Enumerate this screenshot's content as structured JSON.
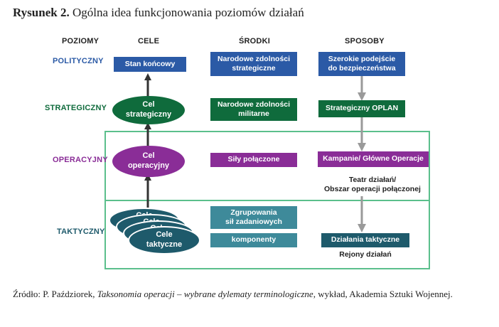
{
  "figure": {
    "label": "Rysunek 2.",
    "title": "Ogólna idea funkcjonowania poziomów działań"
  },
  "headers": {
    "poziomy": "POZIOMY",
    "cele": "CELE",
    "srodki": "ŚRODKI",
    "sposoby": "SPOSOBY"
  },
  "levels": {
    "polityczny": "POLITYCZNY",
    "strategiczny": "STRATEGICZNY",
    "operacyjny": "OPERACYJNY",
    "taktyczny": "TAKTYCZNY"
  },
  "cele": {
    "stan_koncowy": "Stan końcowy",
    "cel_strategiczny": "Cel\nstrategiczny",
    "cel_operacyjny": "Cel\noperacyjny",
    "stack_label_1": "Cele",
    "stack_label_2": "Cele",
    "stack_label_3": "Cele",
    "cele_taktyczne": "Cele\ntaktyczne"
  },
  "srodki": {
    "narodowe_zdolnosci_strategiczne": "Narodowe zdolności\nstrategiczne",
    "narodowe_zdolnosci_militarne": "Narodowe zdolności\nmilitarne",
    "sily_polaczone": "Siły połączone",
    "zgrupowania": "Zgrupowania\nsił zadaniowych",
    "komponenty": "komponenty"
  },
  "sposoby": {
    "szerokie_podejscie": "Szerokie podejście\ndo bezpieczeństwa",
    "strategiczny_oplan": "Strategiczny OPLAN",
    "kampanie": "Kampanie/ Główne Operacje",
    "teatr": "Teatr działań/\nObszar operacji połączonej",
    "dzialania_taktyczne": "Działania taktyczne",
    "rejony": "Rejony działań"
  },
  "colors": {
    "polityczny": "#2b5aa6",
    "strategiczny": "#0f6b3c",
    "operacyjny": "#8a2d97",
    "taktyczny": "#1e5a6b",
    "taktyczny_light": "#3e8a9a",
    "frame": "#5bbf8c",
    "arrow_dark": "#333333",
    "arrow_gray": "#9a9a9a"
  },
  "source": {
    "prefix": "Źródło: P. Paździorek, ",
    "work": "Taksonomia operacji – wybrane dylematy terminologiczne",
    "suffix": ", wykład, Akademia Sztuki Wojennej."
  }
}
